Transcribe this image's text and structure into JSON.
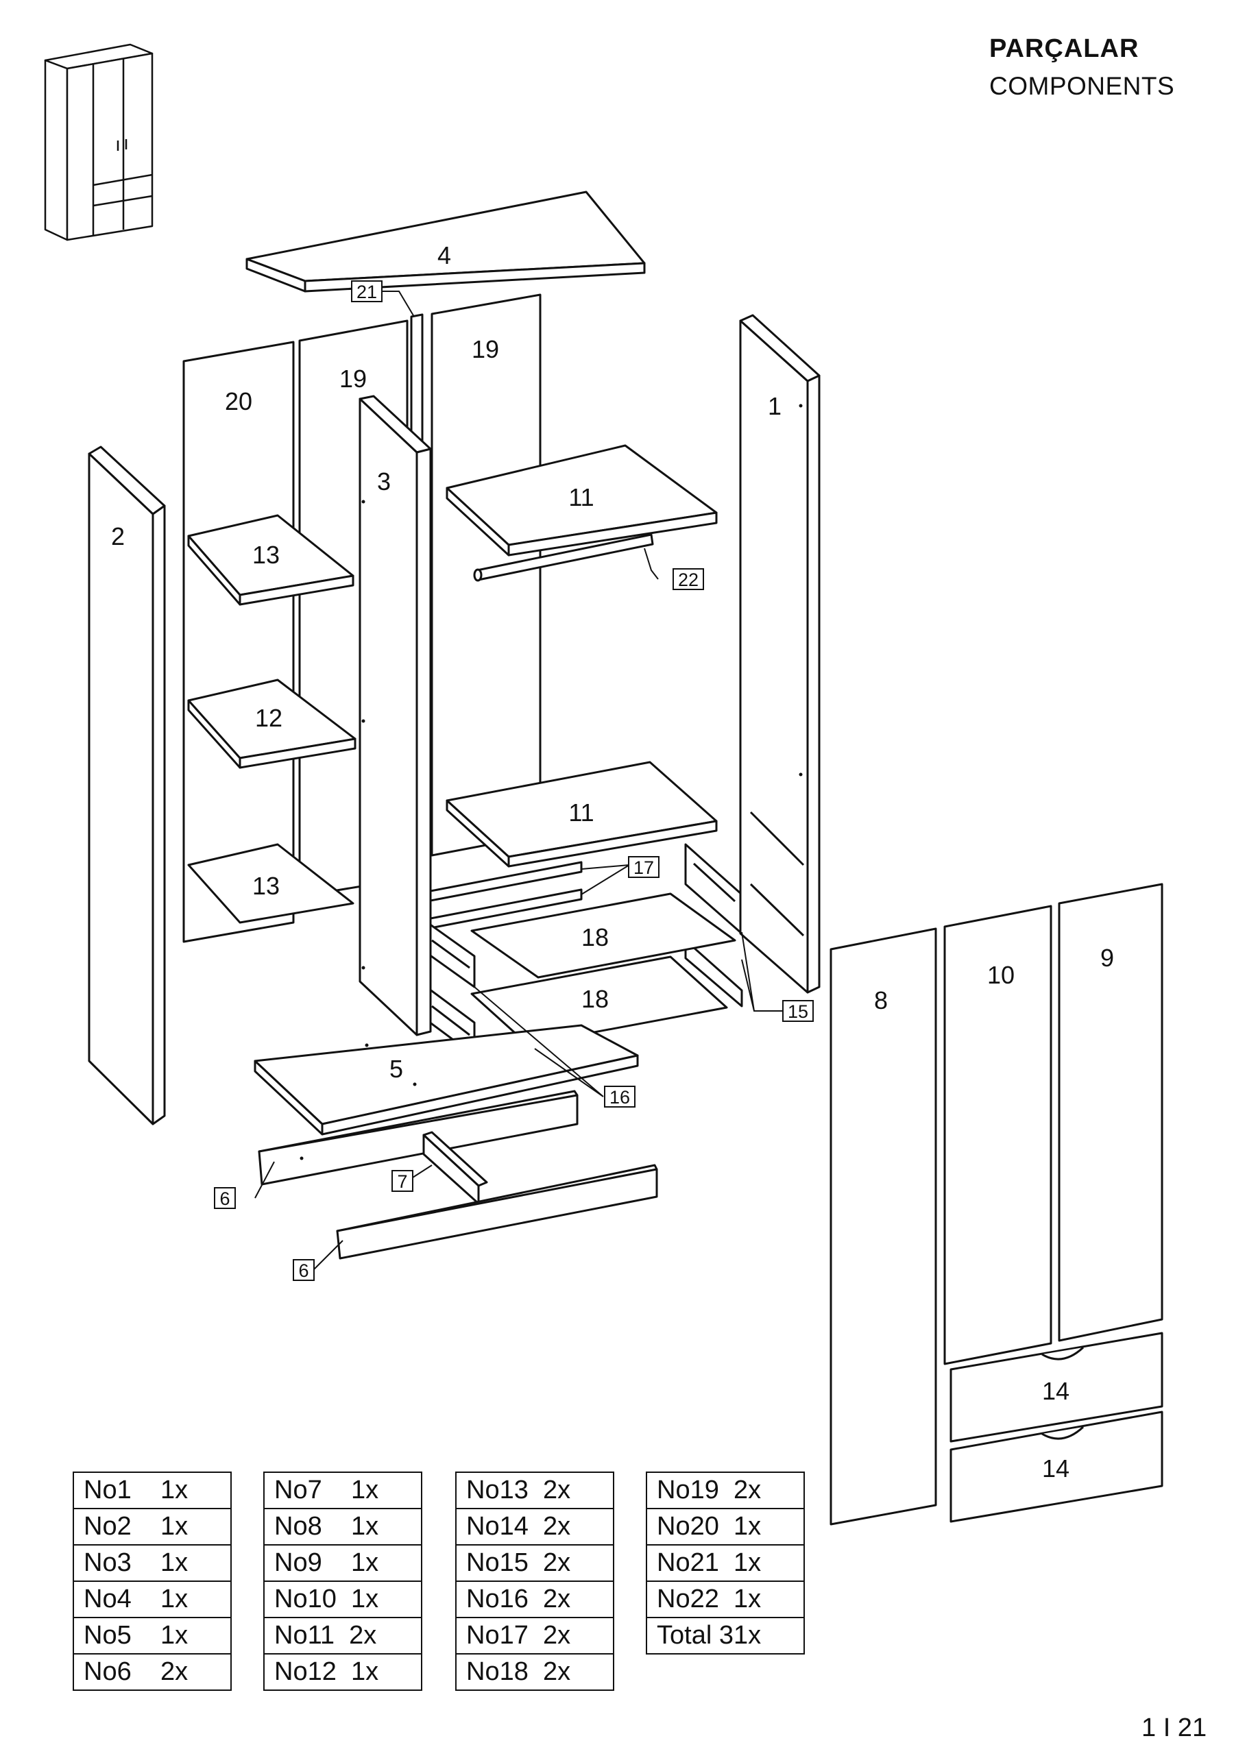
{
  "header": {
    "title": "PARÇALAR",
    "subtitle": "COMPONENTS"
  },
  "labels": {
    "p1": "1",
    "p2": "2",
    "p3": "3",
    "p4": "4",
    "p5": "5",
    "p6a": "6",
    "p6b": "6",
    "p7": "7",
    "p8": "8",
    "p9": "9",
    "p10": "10",
    "p11a": "11",
    "p11b": "11",
    "p12": "12",
    "p13a": "13",
    "p13b": "13",
    "p14a": "14",
    "p14b": "14",
    "p15": "15",
    "p16": "16",
    "p17": "17",
    "p18a": "18",
    "p18b": "18",
    "p19a": "19",
    "p19b": "19",
    "p20": "20",
    "p21": "21",
    "p22": "22"
  },
  "parts_list": [
    [
      "No1    1x",
      "No2    1x",
      "No3    1x",
      "No4    1x",
      "No5    1x",
      "No6    2x"
    ],
    [
      "No7    1x",
      "No8    1x",
      "No9    1x",
      "No10  1x",
      "No11  2x",
      "No12  1x"
    ],
    [
      "No13  2x",
      "No14  2x",
      "No15  2x",
      "No16  2x",
      "No17  2x",
      "No18  2x"
    ],
    [
      "No19  2x",
      "No20  1x",
      "No21  1x",
      "No22  1x",
      "Total 31x"
    ]
  ],
  "footer": {
    "page": "1 I 21"
  }
}
